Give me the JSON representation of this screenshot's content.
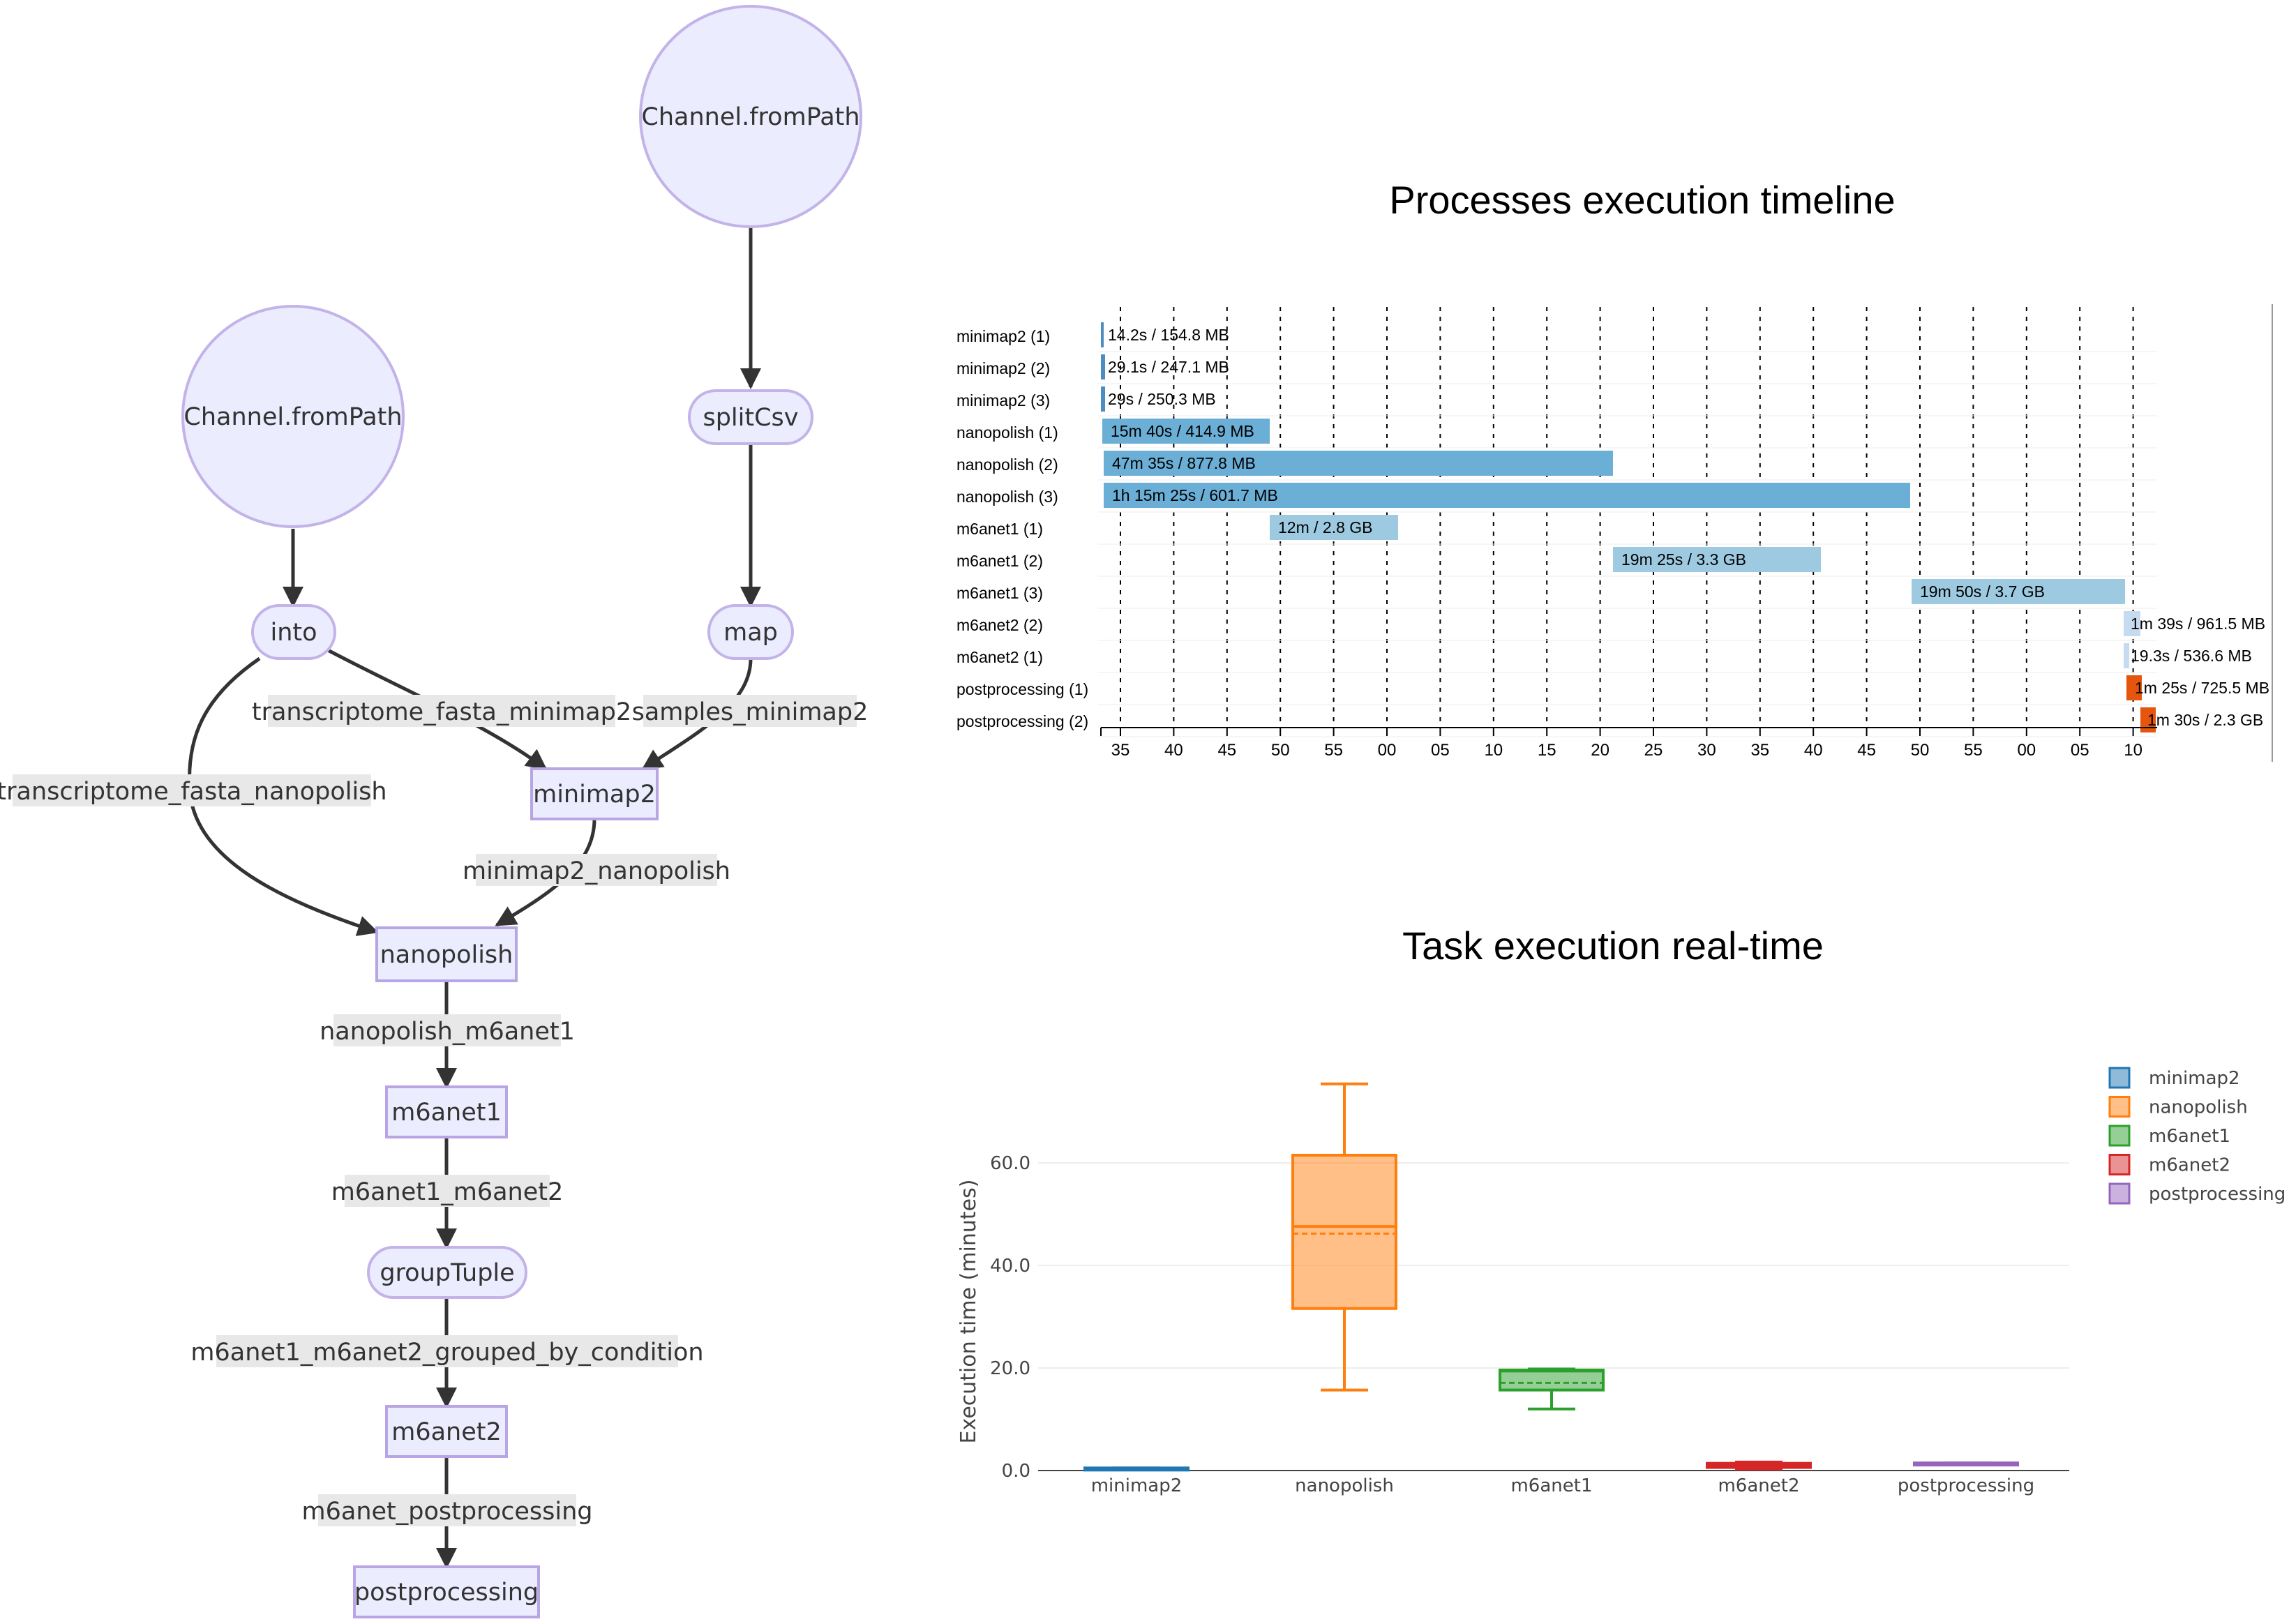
{
  "flowchart": {
    "nodes": {
      "channel_frompath_2": "Channel.fromPath",
      "channel_frompath_1": "Channel.fromPath",
      "splitcsv": "splitCsv",
      "into": "into",
      "map": "map",
      "minimap2": "minimap2",
      "nanopolish": "nanopolish",
      "m6anet1": "m6anet1",
      "grouptuple": "groupTuple",
      "m6anet2": "m6anet2",
      "postprocessing": "postprocessing"
    },
    "edge_labels": {
      "transcriptome_fasta_minimap2": "transcriptome_fasta_minimap2",
      "samples_minimap2": "samples_minimap2",
      "transcriptome_fasta_nanopolish": "transcriptome_fasta_nanopolish",
      "minimap2_nanopolish": "minimap2_nanopolish",
      "nanopolish_m6anet1": "nanopolish_m6anet1",
      "m6anet1_m6anet2": "m6anet1_m6anet2",
      "m6anet1_m6anet2_grouped_by_condition": "m6anet1_m6anet2_grouped_by_condition",
      "m6anet_postprocessing": "m6anet_postprocessing"
    }
  },
  "timeline": {
    "title": "Processes execution timeline",
    "rows": [
      {
        "label": "minimap2 (1)",
        "bar_text": "14.2s / 154.8 MB",
        "color": "#4E8DC0"
      },
      {
        "label": "minimap2 (2)",
        "bar_text": "29.1s / 247.1 MB",
        "color": "#4E8DC0"
      },
      {
        "label": "minimap2 (3)",
        "bar_text": "29s / 250.3 MB",
        "color": "#4E8DC0"
      },
      {
        "label": "nanopolish (1)",
        "bar_text": "15m 40s / 414.9 MB",
        "color": "#6BAED6"
      },
      {
        "label": "nanopolish (2)",
        "bar_text": "47m 35s / 877.8 MB",
        "color": "#6BAED6"
      },
      {
        "label": "nanopolish (3)",
        "bar_text": "1h 15m 25s / 601.7 MB",
        "color": "#6BAED6"
      },
      {
        "label": "m6anet1 (1)",
        "bar_text": "12m / 2.8 GB",
        "color": "#9ECAE1"
      },
      {
        "label": "m6anet1 (2)",
        "bar_text": "19m 25s / 3.3 GB",
        "color": "#9ECAE1"
      },
      {
        "label": "m6anet1 (3)",
        "bar_text": "19m 50s / 3.7 GB",
        "color": "#9ECAE1"
      },
      {
        "label": "m6anet2 (2)",
        "bar_text": "1m 39s / 961.5 MB",
        "color": "#C6DBEF"
      },
      {
        "label": "m6anet2 (1)",
        "bar_text": "19.3s / 536.6 MB",
        "color": "#C6DBEF"
      },
      {
        "label": "postprocessing (1)",
        "bar_text": "1m 25s / 725.5 MB",
        "color": "#E6550D"
      },
      {
        "label": "postprocessing (2)",
        "bar_text": "1m 30s / 2.3 GB",
        "color": "#E6550D"
      }
    ],
    "tick_labels": [
      "35",
      "40",
      "45",
      "50",
      "55",
      "00",
      "05",
      "10",
      "15",
      "20",
      "25",
      "30",
      "35",
      "40",
      "45",
      "50",
      "55",
      "00",
      "05",
      "10"
    ]
  },
  "chart_data": {
    "type": "box",
    "title": "Task execution real-time",
    "xlabel": "",
    "ylabel": "Execution time (minutes)",
    "ylim": [
      0,
      80
    ],
    "yticks": [
      "0.0",
      "20.0",
      "40.0",
      "60.0"
    ],
    "categories": [
      "minimap2",
      "nanopolish",
      "m6anet1",
      "m6anet2",
      "postprocessing"
    ],
    "series": [
      {
        "name": "minimap2",
        "color": "#1F77B4",
        "min": 0.2,
        "q1": 0.3,
        "median": 0.45,
        "mean": 0.4,
        "q3": 0.5,
        "max": 0.5
      },
      {
        "name": "nanopolish",
        "color": "#FF7F0E",
        "min": 15.7,
        "q1": 31.6,
        "median": 47.6,
        "mean": 46.2,
        "q3": 61.5,
        "max": 75.4
      },
      {
        "name": "m6anet1",
        "color": "#2CA02C",
        "min": 12.0,
        "q1": 15.7,
        "median": 19.4,
        "mean": 17.1,
        "q3": 19.6,
        "max": 19.8
      },
      {
        "name": "m6anet2",
        "color": "#D62728",
        "min": 0.3,
        "q1": 0.6,
        "median": 1.0,
        "mean": 1.0,
        "q3": 1.4,
        "max": 1.65
      },
      {
        "name": "postprocessing",
        "color": "#9467BD",
        "min": 1.4,
        "q1": 1.42,
        "median": 1.45,
        "mean": 1.45,
        "q3": 1.48,
        "max": 1.5
      }
    ],
    "legend": [
      "minimap2",
      "nanopolish",
      "m6anet1",
      "m6anet2",
      "postprocessing"
    ],
    "legend_position": "right",
    "grid": true
  }
}
